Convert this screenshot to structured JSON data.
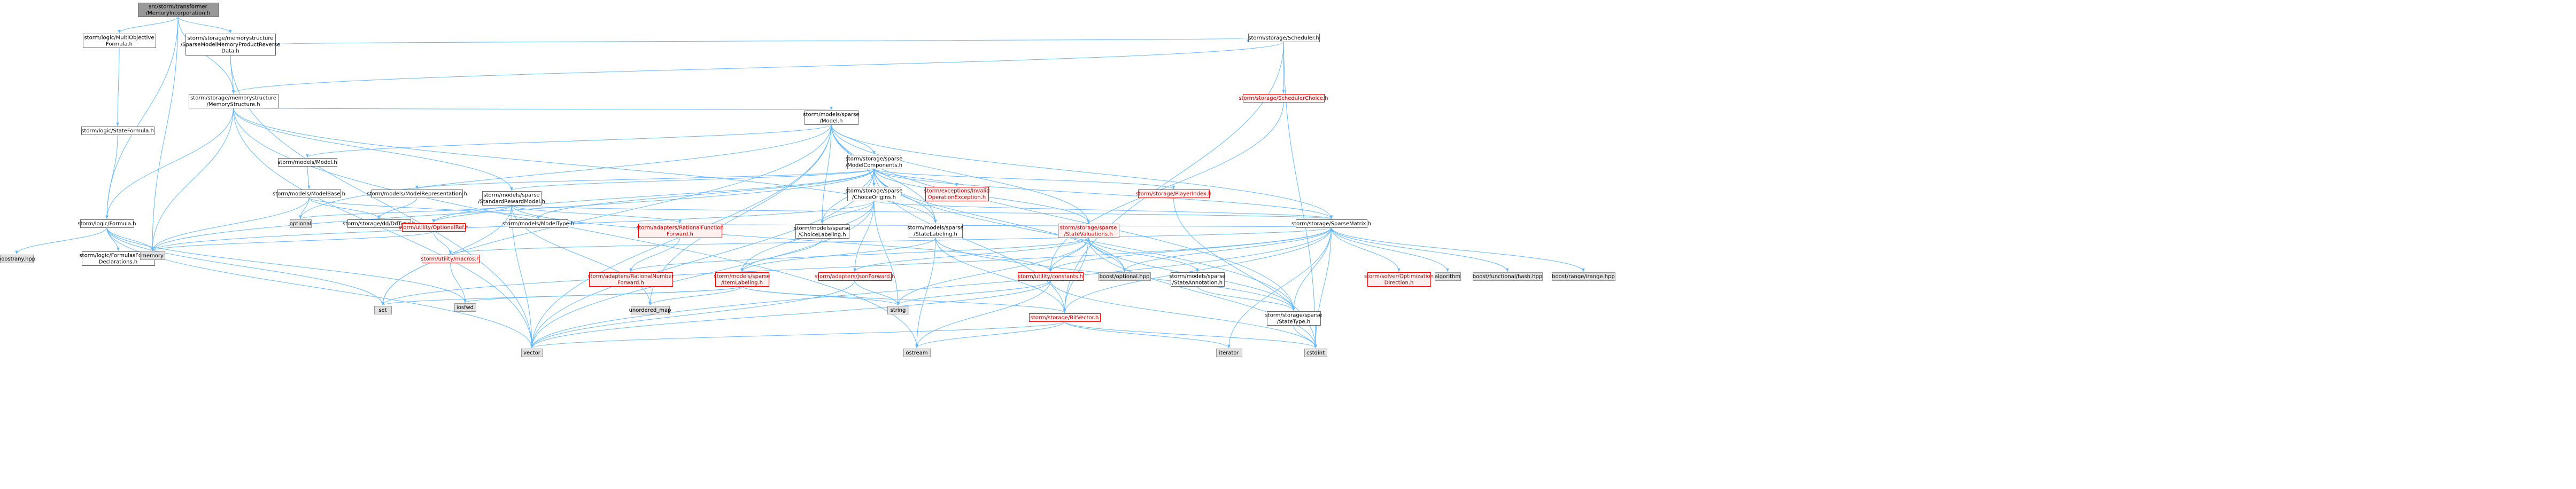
{
  "diagram": {
    "colors": {
      "root_fill": "#999999",
      "box_stroke": "#666666",
      "gray_fill": "#e0e0e0",
      "gray_stroke": "#999999",
      "red_text": "#c00000",
      "red_stroke": "#ff0000",
      "red_fill": "#fff0f0",
      "edge": "#63b8ff",
      "edge_alt": "#69b66b",
      "edge_warm": "#ff9c9c"
    },
    "nodes": [
      {
        "id": "root",
        "lines": [
          "src/storm/transformer",
          "/MemoryIncorporation.h"
        ],
        "style": "root"
      },
      {
        "id": "multiobj",
        "lines": [
          "storm/logic/MultiObjective",
          "Formula.h"
        ],
        "style": "white"
      },
      {
        "id": "smmpr",
        "lines": [
          "storm/storage/memorystructure",
          "/SparseModelMemoryProductReverse",
          "Data.h"
        ],
        "style": "white"
      },
      {
        "id": "scheduler",
        "lines": [
          "storm/storage/Scheduler.h"
        ],
        "style": "white"
      },
      {
        "id": "memstruct",
        "lines": [
          "storm/storage/memorystructure",
          "/MemoryStructure.h"
        ],
        "style": "white"
      },
      {
        "id": "schedchoice",
        "lines": [
          "storm/storage/SchedulerChoice.h"
        ],
        "style": "red"
      },
      {
        "id": "stateformula",
        "lines": [
          "storm/logic/StateFormula.h"
        ],
        "style": "white"
      },
      {
        "id": "sparsemodel",
        "lines": [
          "storm/models/sparse",
          "/Model.h"
        ],
        "style": "white"
      },
      {
        "id": "modelcomp",
        "lines": [
          "storm/storage/sparse",
          "/ModelComponents.h"
        ],
        "style": "white"
      },
      {
        "id": "modelsmodel",
        "lines": [
          "storm/models/Model.h"
        ],
        "style": "white"
      },
      {
        "id": "modelbase",
        "lines": [
          "storm/models/ModelBase.h"
        ],
        "style": "white"
      },
      {
        "id": "modelrep",
        "lines": [
          "storm/models/ModelRepresentation.h"
        ],
        "style": "white"
      },
      {
        "id": "stdreward",
        "lines": [
          "storm/models/sparse",
          "/StandardRewardModel.h"
        ],
        "style": "white"
      },
      {
        "id": "choiceorigins",
        "lines": [
          "storm/storage/sparse",
          "/ChoiceOrigins.h"
        ],
        "style": "white"
      },
      {
        "id": "invalidop",
        "lines": [
          "storm/exceptions/Invalid",
          "OperationException.h"
        ],
        "style": "red"
      },
      {
        "id": "playerindex",
        "lines": [
          "storm/storage/PlayerIndex.h"
        ],
        "style": "red"
      },
      {
        "id": "formula",
        "lines": [
          "storm/logic/Formula.h"
        ],
        "style": "white"
      },
      {
        "id": "optional",
        "lines": [
          "optional"
        ],
        "style": "gray"
      },
      {
        "id": "ddtype",
        "lines": [
          "storm/storage/dd/DdType.h"
        ],
        "style": "white"
      },
      {
        "id": "modeltype",
        "lines": [
          "storm/models/ModelType.h"
        ],
        "style": "white"
      },
      {
        "id": "optionalref",
        "lines": [
          "storm/utility/OptionalRef.h"
        ],
        "style": "red"
      },
      {
        "id": "ratfuncfwd",
        "lines": [
          "storm/adapters/RationalFunction",
          "Forward.h"
        ],
        "style": "red"
      },
      {
        "id": "choicelabeling",
        "lines": [
          "storm/models/sparse",
          "/ChoiceLabeling.h"
        ],
        "style": "white"
      },
      {
        "id": "statelabeling",
        "lines": [
          "storm/models/sparse",
          "/StateLabeling.h"
        ],
        "style": "white"
      },
      {
        "id": "statevaluations",
        "lines": [
          "storm/storage/sparse",
          "/StateValuations.h"
        ],
        "style": "red"
      },
      {
        "id": "sparsematrix",
        "lines": [
          "storm/storage/SparseMatrix.h"
        ],
        "style": "white"
      },
      {
        "id": "boostany",
        "lines": [
          "boost/any.hpp"
        ],
        "style": "gray"
      },
      {
        "id": "fwddecl",
        "lines": [
          "storm/logic/FormulasForward",
          "Declarations.h"
        ],
        "style": "white"
      },
      {
        "id": "memory",
        "lines": [
          "memory"
        ],
        "style": "gray"
      },
      {
        "id": "macros",
        "lines": [
          "storm/utility/macros.h"
        ],
        "style": "red"
      },
      {
        "id": "ratnumfwd",
        "lines": [
          "storm/adapters/RationalNumber",
          "Forward.h"
        ],
        "style": "red"
      },
      {
        "id": "itemlabeling",
        "lines": [
          "storm/models/sparse",
          "/ItemLabeling.h"
        ],
        "style": "red"
      },
      {
        "id": "jsonfwd",
        "lines": [
          "storm/adapters/JsonForward.h"
        ],
        "style": "red"
      },
      {
        "id": "constants",
        "lines": [
          "storm/utility/constants.h"
        ],
        "style": "red"
      },
      {
        "id": "stateannotation",
        "lines": [
          "storm/models/sparse",
          "/StateAnnotation.h"
        ],
        "style": "white"
      },
      {
        "id": "boostoptional",
        "lines": [
          "boost/optional.hpp"
        ],
        "style": "gray"
      },
      {
        "id": "optdir",
        "lines": [
          "storm/solver/Optimization",
          "Direction.h"
        ],
        "style": "red"
      },
      {
        "id": "algorithm",
        "lines": [
          "algorithm"
        ],
        "style": "gray"
      },
      {
        "id": "boostfunchash",
        "lines": [
          "boost/functional/hash.hpp"
        ],
        "style": "gray"
      },
      {
        "id": "boostrange",
        "lines": [
          "boost/range/irange.hpp"
        ],
        "style": "gray"
      },
      {
        "id": "iosfwd",
        "lines": [
          "iosfwd"
        ],
        "style": "gray"
      },
      {
        "id": "set",
        "lines": [
          "set"
        ],
        "style": "gray"
      },
      {
        "id": "unorderedmap",
        "lines": [
          "unordered_map"
        ],
        "style": "gray"
      },
      {
        "id": "string",
        "lines": [
          "string"
        ],
        "style": "gray"
      },
      {
        "id": "bitvector",
        "lines": [
          "storm/storage/BitVector.h"
        ],
        "style": "red"
      },
      {
        "id": "statetype",
        "lines": [
          "storm/storage/sparse",
          "/StateType.h"
        ],
        "style": "white"
      },
      {
        "id": "vector",
        "lines": [
          "vector"
        ],
        "style": "gray"
      },
      {
        "id": "ostream",
        "lines": [
          "ostream"
        ],
        "style": "gray"
      },
      {
        "id": "iterator",
        "lines": [
          "iterator"
        ],
        "style": "gray"
      },
      {
        "id": "cstdint",
        "lines": [
          "cstdint"
        ],
        "style": "gray"
      }
    ],
    "edges": [
      [
        "root",
        "multiobj",
        "edge"
      ],
      [
        "root",
        "smmpr",
        "edge"
      ],
      [
        "root",
        "memstruct",
        "edge"
      ],
      [
        "root",
        "formula",
        "edge"
      ],
      [
        "root",
        "memory",
        "edge"
      ],
      [
        "multiobj",
        "stateformula",
        "edge"
      ],
      [
        "stateformula",
        "formula",
        "edge"
      ],
      [
        "smmpr",
        "memstruct",
        "edge"
      ],
      [
        "smmpr",
        "scheduler",
        "edge"
      ],
      [
        "smmpr",
        "vector",
        "edge"
      ],
      [
        "scheduler",
        "memstruct",
        "edge"
      ],
      [
        "scheduler",
        "schedchoice",
        "edge"
      ],
      [
        "scheduler",
        "bitvector",
        "edge"
      ],
      [
        "scheduler",
        "cstdint",
        "edge"
      ],
      [
        "schedchoice",
        "constants",
        "edge"
      ],
      [
        "memstruct",
        "formula",
        "edge"
      ],
      [
        "memstruct",
        "sparsemodel",
        "edge"
      ],
      [
        "memstruct",
        "stdreward",
        "edge"
      ],
      [
        "memstruct",
        "statelabeling",
        "edge"
      ],
      [
        "memstruct",
        "vector",
        "edge"
      ],
      [
        "memstruct",
        "memory",
        "edge"
      ],
      [
        "memstruct",
        "ostream",
        "edge"
      ],
      [
        "sparsemodel",
        "modelsmodel",
        "edge"
      ],
      [
        "sparsemodel",
        "modelcomp",
        "edge"
      ],
      [
        "sparsemodel",
        "choicelabeling",
        "edge"
      ],
      [
        "sparsemodel",
        "statelabeling",
        "edge"
      ],
      [
        "sparsemodel",
        "choiceorigins",
        "edge"
      ],
      [
        "sparsemodel",
        "statevaluations",
        "edge"
      ],
      [
        "sparsemodel",
        "sparsematrix",
        "edge"
      ],
      [
        "sparsemodel",
        "optional",
        "edge"
      ],
      [
        "sparsemodel",
        "set",
        "edge"
      ],
      [
        "sparsemodel",
        "unorderedmap",
        "edge"
      ],
      [
        "sparsemodel",
        "vector",
        "edge"
      ],
      [
        "sparsemodel",
        "statetype",
        "edge"
      ],
      [
        "modelsmodel",
        "modelbase",
        "edge"
      ],
      [
        "modelbase",
        "memory",
        "edge"
      ],
      [
        "modelbase",
        "optional",
        "edge"
      ],
      [
        "modelbase",
        "ddtype",
        "edge"
      ],
      [
        "modelbase",
        "modeltype",
        "edge"
      ],
      [
        "modelcomp",
        "modelrep",
        "edge"
      ],
      [
        "modelcomp",
        "stdreward",
        "edge"
      ],
      [
        "modelcomp",
        "choicelabeling",
        "edge"
      ],
      [
        "modelcomp",
        "statelabeling",
        "edge"
      ],
      [
        "modelcomp",
        "choiceorigins",
        "edge"
      ],
      [
        "modelcomp",
        "statevaluations",
        "edge"
      ],
      [
        "modelcomp",
        "bitvector",
        "edge"
      ],
      [
        "modelcomp",
        "sparsematrix",
        "edge"
      ],
      [
        "modelcomp",
        "invalidop",
        "edge"
      ],
      [
        "modelcomp",
        "playerindex",
        "edge"
      ],
      [
        "modelcomp",
        "optionalref",
        "edge"
      ],
      [
        "modelcomp",
        "boostoptional",
        "edge"
      ],
      [
        "modelcomp",
        "vector",
        "edge"
      ],
      [
        "modelcomp",
        "memory",
        "edge"
      ],
      [
        "modelcomp",
        "statetype",
        "edge"
      ],
      [
        "modelcomp",
        "modeltype",
        "edge"
      ],
      [
        "modelrep",
        "ddtype",
        "edge"
      ],
      [
        "stdreward",
        "optional",
        "edge"
      ],
      [
        "stdreward",
        "set",
        "edge"
      ],
      [
        "stdreward",
        "vector",
        "edge"
      ],
      [
        "stdreward",
        "sparsematrix",
        "edge"
      ],
      [
        "stdreward",
        "ratfuncfwd",
        "edge"
      ],
      [
        "stdreward",
        "optionalref",
        "edge"
      ],
      [
        "stdreward",
        "constants",
        "edge"
      ],
      [
        "stdreward",
        "unorderedmap",
        "edge"
      ],
      [
        "choiceorigins",
        "choicelabeling",
        "edge"
      ],
      [
        "choiceorigins",
        "jsonfwd",
        "edge"
      ],
      [
        "choiceorigins",
        "string",
        "edge"
      ],
      [
        "choiceorigins",
        "memory",
        "edge"
      ],
      [
        "choiceorigins",
        "vector",
        "edge"
      ],
      [
        "choiceorigins",
        "sparsematrix",
        "edge"
      ],
      [
        "choiceorigins",
        "itemlabeling",
        "edge"
      ],
      [
        "playerindex",
        "cstdint",
        "edge"
      ],
      [
        "formula",
        "boostany",
        "edge"
      ],
      [
        "formula",
        "fwddecl",
        "edge"
      ],
      [
        "formula",
        "iosfwd",
        "edge"
      ],
      [
        "formula",
        "memory",
        "edge"
      ],
      [
        "formula",
        "set",
        "edge"
      ],
      [
        "formula",
        "vector",
        "edge"
      ],
      [
        "optionalref",
        "macros",
        "edge"
      ],
      [
        "optionalref",
        "memory",
        "edge"
      ],
      [
        "ratfuncfwd",
        "ratnumfwd",
        "edge"
      ],
      [
        "choicelabeling",
        "itemlabeling",
        "edge"
      ],
      [
        "statelabeling",
        "itemlabeling",
        "edge"
      ],
      [
        "statelabeling",
        "statetype",
        "edge"
      ],
      [
        "statelabeling",
        "bitvector",
        "edge"
      ],
      [
        "statelabeling",
        "ostream",
        "edge"
      ],
      [
        "statevaluations",
        "jsonfwd",
        "edge"
      ],
      [
        "statevaluations",
        "bitvector",
        "edge"
      ],
      [
        "statevaluations",
        "statetype",
        "edge"
      ],
      [
        "statevaluations",
        "stateannotation",
        "edge"
      ],
      [
        "statevaluations",
        "boostoptional",
        "edge"
      ],
      [
        "statevaluations",
        "constants",
        "edge"
      ],
      [
        "statevaluations",
        "cstdint",
        "edge"
      ],
      [
        "statevaluations",
        "string",
        "edge"
      ],
      [
        "statevaluations",
        "ratnumfwd",
        "edge"
      ],
      [
        "stateannotation",
        "statetype",
        "edge"
      ],
      [
        "sparsematrix",
        "algorithm",
        "edge"
      ],
      [
        "sparsematrix",
        "boostfunchash",
        "edge"
      ],
      [
        "sparsematrix",
        "boostrange",
        "edge"
      ],
      [
        "sparsematrix",
        "boostoptional",
        "edge"
      ],
      [
        "sparsematrix",
        "cstdint",
        "edge"
      ],
      [
        "sparsematrix",
        "iterator",
        "edge"
      ],
      [
        "sparsematrix",
        "vector",
        "edge"
      ],
      [
        "sparsematrix",
        "set",
        "edge"
      ],
      [
        "sparsematrix",
        "bitvector",
        "edge"
      ],
      [
        "sparsematrix",
        "constants",
        "edge"
      ],
      [
        "sparsematrix",
        "optdir",
        "edge"
      ],
      [
        "sparsematrix",
        "macros",
        "edge"
      ],
      [
        "sparsematrix",
        "ratfuncfwd",
        "edge"
      ],
      [
        "sparsematrix",
        "statetype",
        "edge"
      ],
      [
        "itemlabeling",
        "bitvector",
        "edge"
      ],
      [
        "itemlabeling",
        "set",
        "edge"
      ],
      [
        "itemlabeling",
        "string",
        "edge"
      ],
      [
        "itemlabeling",
        "unorderedmap",
        "edge"
      ],
      [
        "itemlabeling",
        "iosfwd",
        "edge"
      ],
      [
        "jsonfwd",
        "vector",
        "edge"
      ],
      [
        "jsonfwd",
        "string",
        "edge"
      ],
      [
        "constants",
        "vector",
        "edge"
      ],
      [
        "constants",
        "cstdint",
        "edge"
      ],
      [
        "constants",
        "string",
        "edge"
      ],
      [
        "constants",
        "ostream",
        "edge"
      ],
      [
        "bitvector",
        "vector",
        "edge"
      ],
      [
        "bitvector",
        "ostream",
        "edge"
      ],
      [
        "bitvector",
        "iterator",
        "edge"
      ],
      [
        "bitvector",
        "cstdint",
        "edge"
      ],
      [
        "statetype",
        "cstdint",
        "edge"
      ],
      [
        "macros",
        "iosfwd",
        "edge"
      ]
    ]
  }
}
